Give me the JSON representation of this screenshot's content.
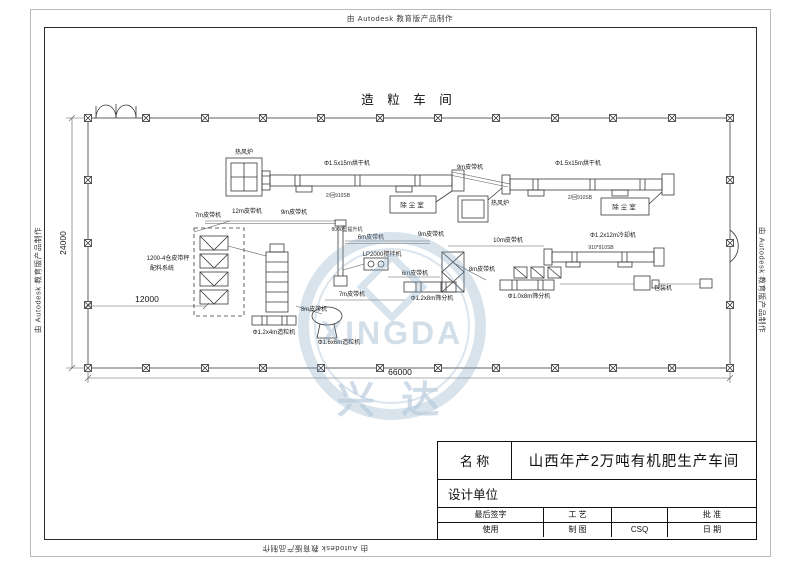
{
  "edge_text": "由 Autodesk 教育版产品制作",
  "workshop_title": "造 粒 车 间",
  "dimensions": {
    "width": "66000",
    "height": "24000",
    "partial": "12000"
  },
  "equipment": {
    "hot_furnace_1": "热风炉",
    "dryer_1": "Φ1.5x15m烘干机",
    "dryer_1_model": "2/回910SB",
    "belt_9m_top": "9m皮带机",
    "dust_room_1": "除尘室",
    "dryer_2": "Φ1.5x15m烘干机",
    "dryer_2_model": "2/回910SB",
    "hot_furnace_2": "热风炉",
    "dust_room_2": "除尘室",
    "belt_7m_a": "7m皮带机",
    "belt_12m": "12m皮带机",
    "belt_9m_b": "9m皮带机",
    "elevator": "8000型提升机",
    "belt_6m_a": "6m皮带机",
    "belt_9m_c": "9m皮带机",
    "mixer": "LP2000搅拌机",
    "belt_10m": "10m皮带机",
    "cooler": "Φ1.2x12m冷却机",
    "cooler_model": "910*910SB",
    "batching_line1": "1200-4仓皮带秤",
    "batching_line2": "配料系统",
    "belt_6m_b": "6m皮带机",
    "belt_8m_a": "8m皮带机",
    "belt_7m_b": "7m皮带机",
    "belt_8m_b": "8m皮带机",
    "granulator_1": "Φ1.2x4m造粒机",
    "granulator_2": "Φ1.6x6m造粒机",
    "screen_1": "Φ1.2x8m筛分机",
    "screen_2": "Φ1.0x8m筛分机",
    "packaging": "包装机"
  },
  "watermark": {
    "cn": "兴 达",
    "en": "XINGDA"
  },
  "title_block": {
    "name_label": "名 称",
    "name_value": "山西年产2万吨有机肥生产车间",
    "design_unit_label": "设计单位",
    "final_sign": "最后签字",
    "use": "使用",
    "process": "工 艺",
    "drafting": "制 图",
    "drafter": "CSQ",
    "approve": "批 准",
    "date": "日 期"
  }
}
